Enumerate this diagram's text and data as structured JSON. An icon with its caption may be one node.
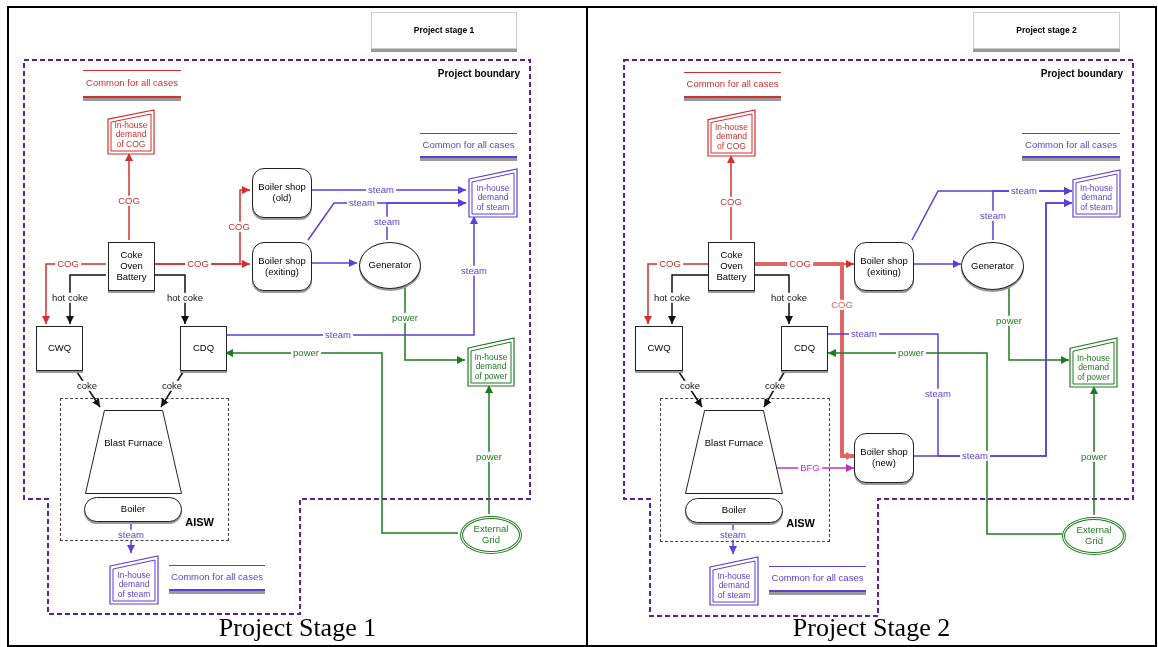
{
  "diagram": {
    "nodes": [
      {
        "text": [
          "Project Stage 1"
        ]
      },
      {
        "text": [
          "Project stage 1"
        ],
        "in": 0
      },
      {
        "text": [
          "Project boundary"
        ],
        "in": 0
      },
      {
        "text": [
          "Common for all cases"
        ],
        "in": 2
      },
      {
        "text": [
          "In-house demand of COG"
        ],
        "in": 2
      },
      {
        "text": [
          "Common for all cases"
        ],
        "in": 2
      },
      {
        "text": [
          "Boiler shop (old)"
        ],
        "in": 2
      },
      {
        "text": [
          "In-house demand of steam"
        ],
        "in": 2
      },
      {
        "text": [
          "Coke Oven Battery"
        ],
        "in": 2
      },
      {
        "text": [
          "Boiler shop (exiting)"
        ],
        "in": 2
      },
      {
        "text": [
          "Generator"
        ],
        "in": 2
      },
      {
        "text": [
          "CWQ"
        ],
        "in": 2
      },
      {
        "text": [
          "CDQ"
        ],
        "in": 2
      },
      {
        "text": [
          "In-house demand of power"
        ],
        "in": 2
      },
      {
        "text": [
          "AISW"
        ],
        "in": 2
      },
      {
        "text": [
          "Blast Furnace"
        ],
        "in": 14
      },
      {
        "text": [
          "Boiler"
        ],
        "in": 14
      },
      {
        "text": [
          "In-house demand of steam"
        ],
        "in": 2
      },
      {
        "text": [
          "Common for all cases"
        ],
        "in": 2
      },
      {
        "text": [
          "External Grid"
        ],
        "in": 0
      },
      {
        "text": [
          "Project Stage 2"
        ]
      },
      {
        "text": [
          "Project stage 2"
        ],
        "in": 20
      },
      {
        "text": [
          "Project boundary"
        ],
        "in": 20
      },
      {
        "text": [
          "Common for all cases"
        ],
        "in": 22
      },
      {
        "text": [
          "In-house demand of COG"
        ],
        "in": 22
      },
      {
        "text": [
          "Common for all cases"
        ],
        "in": 22
      },
      {
        "text": [
          "In-house demand of steam"
        ],
        "in": 22
      },
      {
        "text": [
          "Coke Oven Battery"
        ],
        "in": 22
      },
      {
        "text": [
          "Boiler shop (exiting)"
        ],
        "in": 22
      },
      {
        "text": [
          "Generator"
        ],
        "in": 22
      },
      {
        "text": [
          "CWQ"
        ],
        "in": 22
      },
      {
        "text": [
          "CDQ"
        ],
        "in": 22
      },
      {
        "text": [
          "In-house demand of power"
        ],
        "in": 22
      },
      {
        "text": [
          "AISW"
        ],
        "in": 22
      },
      {
        "text": [
          "Blast Furnace"
        ],
        "in": 33
      },
      {
        "text": [
          "Boiler"
        ],
        "in": 33
      },
      {
        "text": [
          "Boiler shop (new)"
        ],
        "in": 22
      },
      {
        "text": [
          "In-house demand of steam"
        ],
        "in": 22
      },
      {
        "text": [
          "Common for all cases"
        ],
        "in": 22
      },
      {
        "text": [
          "External Grid"
        ],
        "in": 20
      }
    ],
    "edges": [
      {
        "from": 8,
        "to": 4,
        "arrow": "to",
        "label": "COG",
        "color": "#d32f2f"
      },
      {
        "from": 8,
        "to": 6,
        "arrow": "to",
        "label": "COG",
        "color": "#d32f2f"
      },
      {
        "from": 8,
        "to": 9,
        "arrow": "to",
        "label": "COG",
        "color": "#d32f2f"
      },
      {
        "from": 8,
        "to": 11,
        "arrow": "to",
        "label": "COG",
        "color": "#d32f2f"
      },
      {
        "from": 8,
        "to": 11,
        "arrow": "to",
        "label": "hot coke",
        "color": "#111111"
      },
      {
        "from": 8,
        "to": 12,
        "arrow": "to",
        "label": "hot coke",
        "color": "#111111"
      },
      {
        "from": 11,
        "to": 15,
        "arrow": "to",
        "label": "coke",
        "color": "#111111"
      },
      {
        "from": 12,
        "to": 15,
        "arrow": "to",
        "label": "coke",
        "color": "#111111"
      },
      {
        "from": 6,
        "to": 7,
        "arrow": "to",
        "label": "steam",
        "color": "#5a3fd8"
      },
      {
        "from": 9,
        "to": 10,
        "arrow": "to",
        "color": "#5a3fd8"
      },
      {
        "from": 9,
        "to": 7,
        "arrow": "to",
        "label": "steam",
        "color": "#5a3fd8"
      },
      {
        "from": 10,
        "to": 7,
        "arrow": "to",
        "label": "steam",
        "color": "#5a3fd8"
      },
      {
        "from": 10,
        "to": 13,
        "arrow": "to",
        "label": "power",
        "color": "#1e7b1e"
      },
      {
        "from": 12,
        "to": 7,
        "arrow": "to",
        "label": "steam",
        "color": "#5a3fd8"
      },
      {
        "from": 19,
        "to": 12,
        "arrow": "to",
        "label": "power",
        "color": "#1e7b1e"
      },
      {
        "from": 19,
        "to": 13,
        "arrow": "to",
        "label": "power",
        "color": "#1e7b1e"
      },
      {
        "from": 16,
        "to": 17,
        "arrow": "to",
        "label": "steam",
        "color": "#5a3fd8"
      },
      {
        "from": 27,
        "to": 24,
        "arrow": "to",
        "label": "COG",
        "color": "#d32f2f"
      },
      {
        "from": 27,
        "to": 30,
        "arrow": "to",
        "label": "COG",
        "color": "#d32f2f"
      },
      {
        "from": 27,
        "to": 28,
        "arrow": "to",
        "label": "COG",
        "color": "#d32f2f"
      },
      {
        "from": 27,
        "to": 36,
        "arrow": "to",
        "label": "COG",
        "style": "thick",
        "color": "#e06666"
      },
      {
        "from": 27,
        "to": 30,
        "arrow": "to",
        "label": "hot coke",
        "color": "#111111"
      },
      {
        "from": 27,
        "to": 31,
        "arrow": "to",
        "label": "hot coke",
        "color": "#111111"
      },
      {
        "from": 30,
        "to": 34,
        "arrow": "to",
        "label": "coke",
        "color": "#111111"
      },
      {
        "from": 31,
        "to": 34,
        "arrow": "to",
        "label": "coke",
        "color": "#111111"
      },
      {
        "from": 28,
        "to": 29,
        "arrow": "to",
        "color": "#5a3fd8"
      },
      {
        "from": 28,
        "to": 26,
        "arrow": "to",
        "label": "steam",
        "color": "#5a3fd8"
      },
      {
        "from": 29,
        "to": 26,
        "arrow": "to",
        "label": "steam",
        "color": "#5a3fd8"
      },
      {
        "from": 29,
        "to": 32,
        "arrow": "to",
        "label": "power",
        "color": "#1e7b1e"
      },
      {
        "from": 31,
        "to": 26,
        "arrow": "to",
        "label": "steam",
        "color": "#5a3fd8"
      },
      {
        "from": 36,
        "to": 26,
        "arrow": "to",
        "label": "steam",
        "color": "#5a3fd8"
      },
      {
        "from": 34,
        "to": 36,
        "arrow": "to",
        "label": "BFG",
        "color": "#c030c0"
      },
      {
        "from": 39,
        "to": 31,
        "arrow": "to",
        "label": "power",
        "color": "#1e7b1e"
      },
      {
        "from": 39,
        "to": 32,
        "arrow": "to",
        "label": "power",
        "color": "#1e7b1e"
      },
      {
        "from": 35,
        "to": 37,
        "arrow": "to",
        "label": "steam",
        "color": "#5a3fd8"
      }
    ],
    "labels": [
      "steam",
      "steam"
    ]
  }
}
